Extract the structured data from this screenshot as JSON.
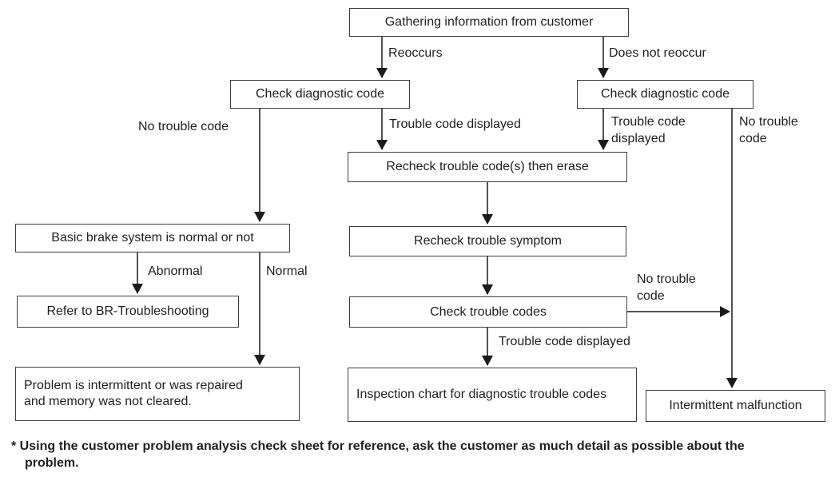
{
  "diagram": {
    "title_hint": "Brake diagnostic troubleshooting flowchart",
    "nodes": {
      "gathering": "Gathering information from customer",
      "check_diag_left": "Check diagnostic code",
      "check_diag_right": "Check diagnostic code",
      "recheck_erase": "Recheck trouble code(s) then erase",
      "recheck_symptom": "Recheck trouble symptom",
      "check_codes": "Check trouble codes",
      "inspection_chart": "Inspection chart for diagnostic trouble codes",
      "basic_brake": "Basic brake system is normal or not",
      "refer_br": "Refer to BR-Troubleshooting",
      "problem_intermittent": "Problem is intermittent or was repaired and memory was not cleared.",
      "intermittent_malfunction": "Intermittent malfunction"
    },
    "edge_labels": {
      "reoccurs": "Reoccurs",
      "does_not_reoccur": "Does not reoccur",
      "no_trouble_code_left": "No trouble code",
      "trouble_code_displayed_left": "Trouble code displayed",
      "trouble_code_displayed_right": "Trouble code displayed",
      "no_trouble_code_right": "No trouble code",
      "no_trouble_code_mid": "No trouble code",
      "trouble_code_displayed_bottom": "Trouble code displayed",
      "abnormal": "Abnormal",
      "normal": "Normal"
    },
    "footnote": "* Using the customer problem analysis check sheet for reference, ask the customer as much detail as possible about the problem.",
    "colors": {
      "line": "#1a1a1a",
      "box_border": "#3d3d3d",
      "text": "#1f1f1f",
      "background": "#ffffff"
    }
  }
}
